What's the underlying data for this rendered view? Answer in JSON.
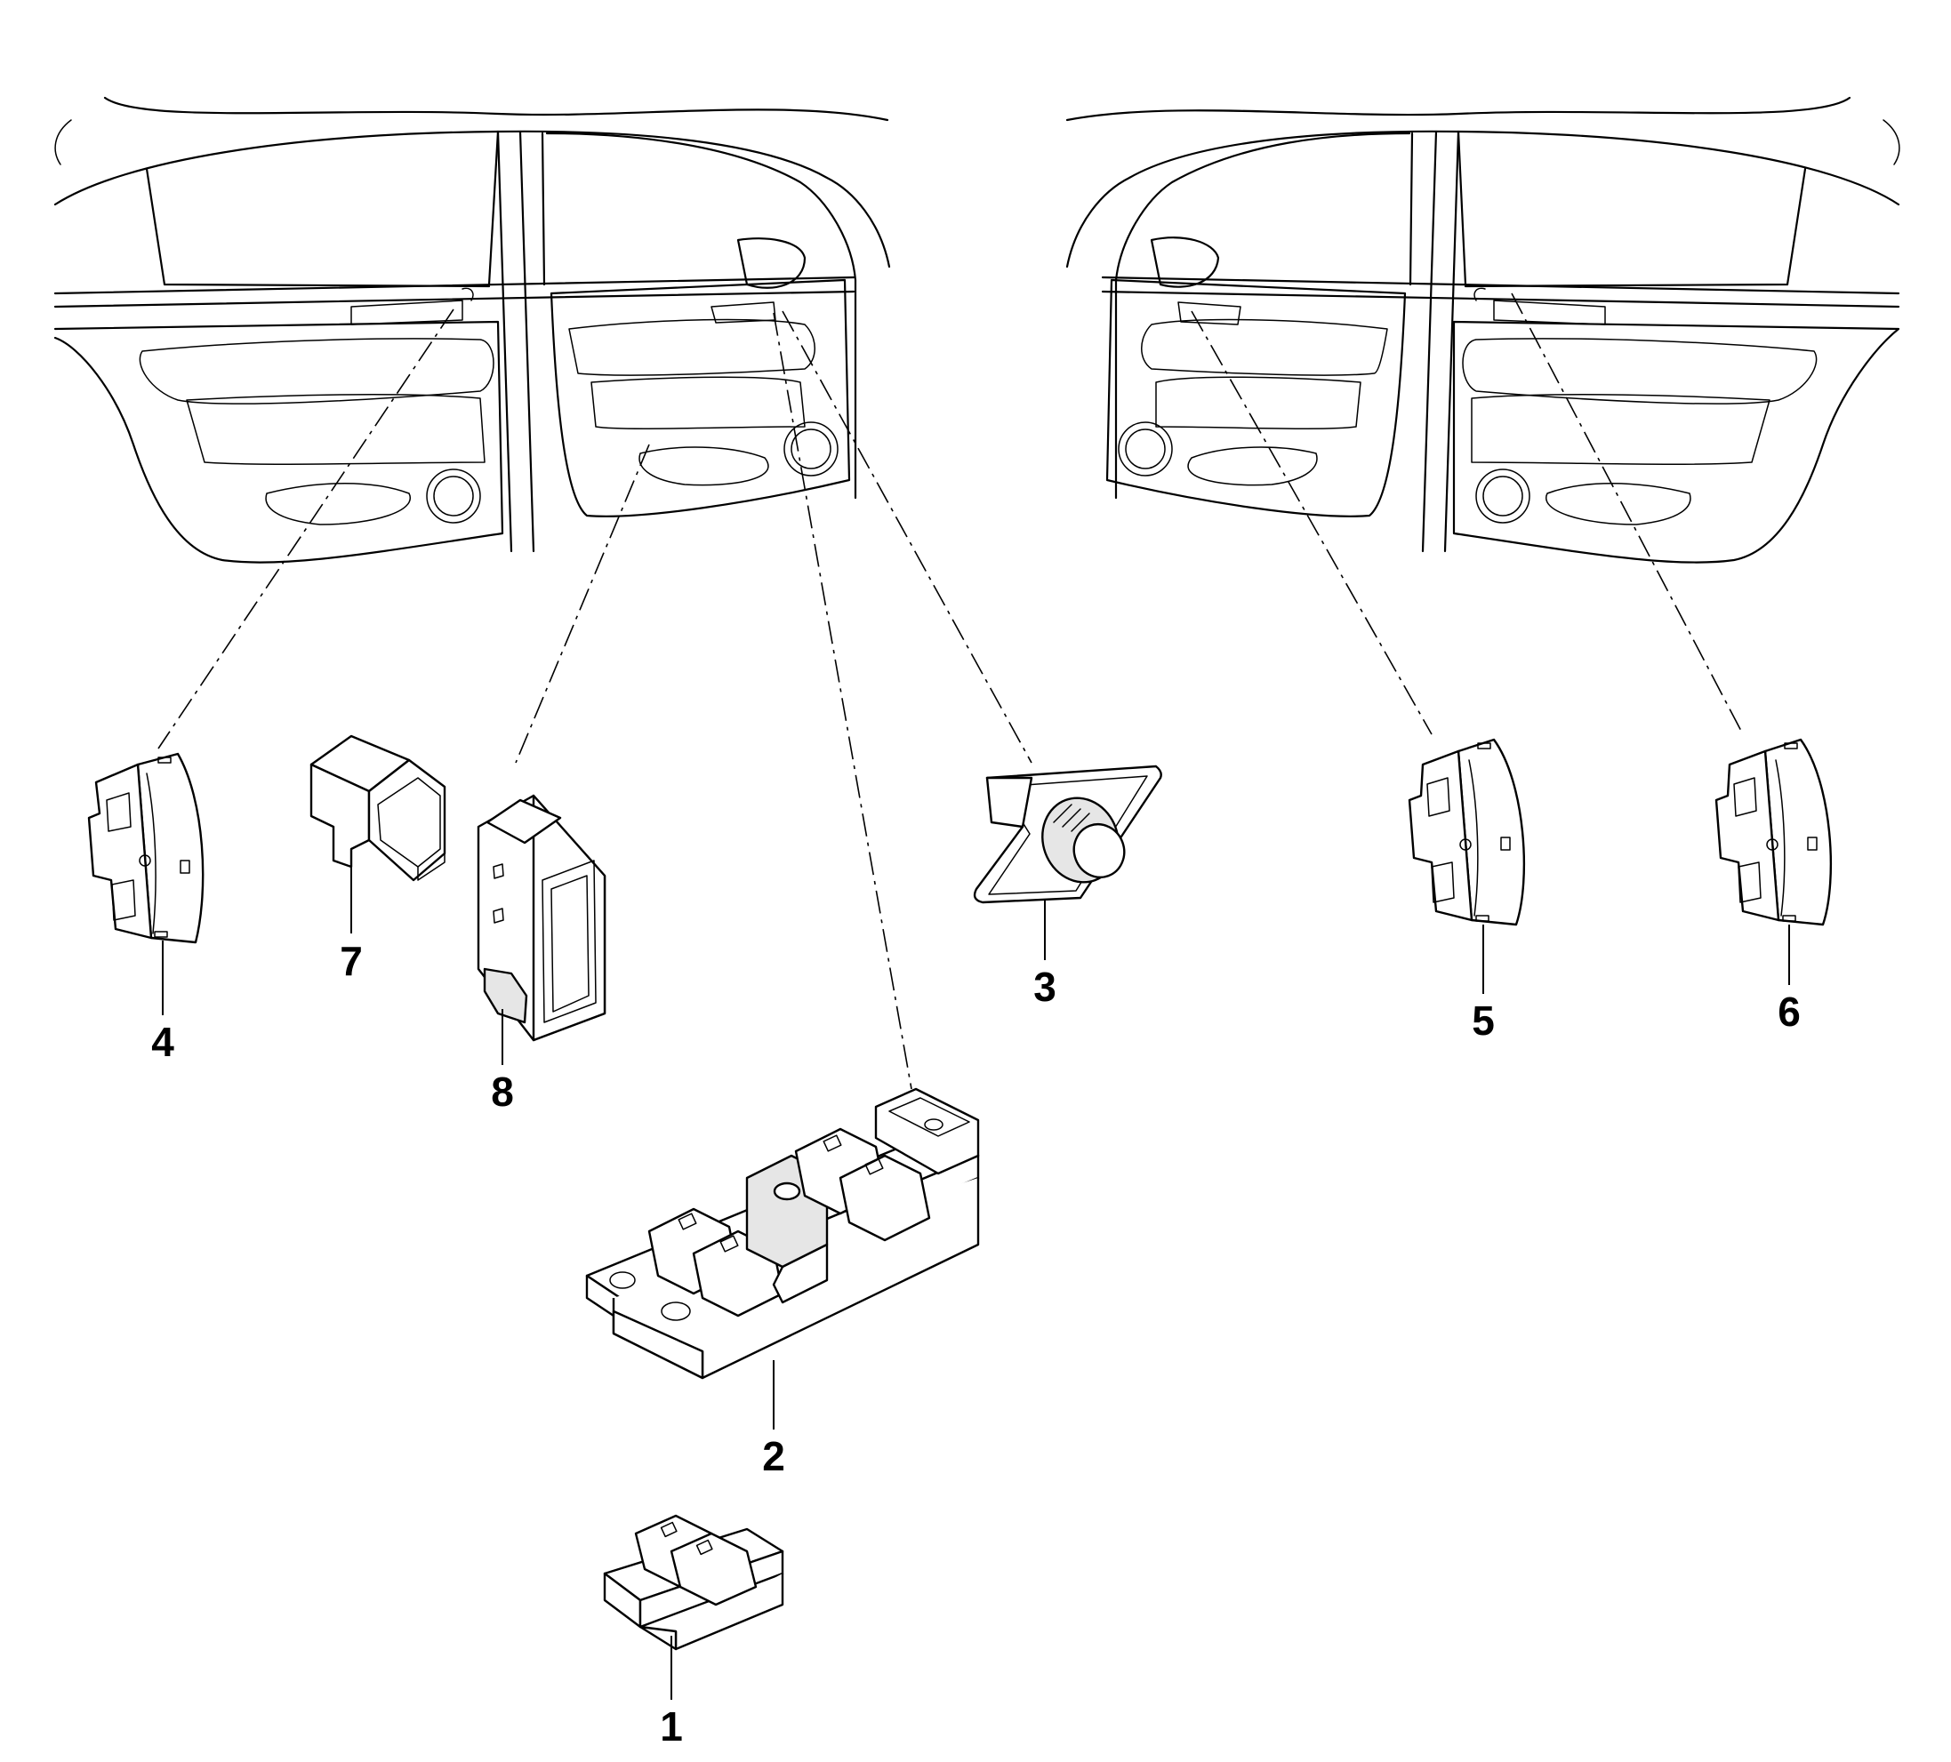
{
  "diagram": {
    "type": "exploded parts diagram",
    "colors": {
      "line": "#000000",
      "background": "#ffffff",
      "part_shade": "#e6e6e6"
    },
    "callouts": [
      {
        "id": "part-1",
        "label": "1"
      },
      {
        "id": "part-2",
        "label": "2"
      },
      {
        "id": "part-3",
        "label": "3"
      },
      {
        "id": "part-4",
        "label": "4"
      },
      {
        "id": "part-5",
        "label": "5"
      },
      {
        "id": "part-6",
        "label": "6"
      },
      {
        "id": "part-7",
        "label": "7"
      },
      {
        "id": "part-8",
        "label": "8"
      }
    ]
  }
}
